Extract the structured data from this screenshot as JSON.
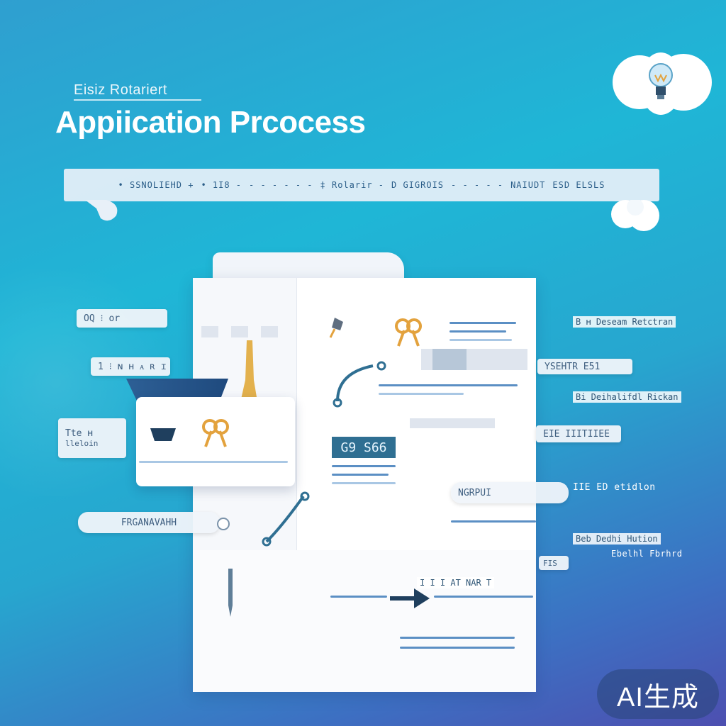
{
  "header": {
    "subtitle": "Eisiz Rotariert",
    "title": "Appiication Prcocess"
  },
  "timeline": {
    "items": [
      "• SSNOLIEHD +",
      "• 1I8 -",
      "- - - - - -",
      "‡ Rolarir -",
      "D GIGROIS",
      "- - - - -",
      "NAIUDT",
      "ESD ELSLS"
    ]
  },
  "left_tags": {
    "tag_1": "OQ ⁝ or",
    "tag_2": "1 ⁝ ɴ ʜ ᴀ  ʀ ɪ",
    "tag_3_line1": "Tte  ʜ",
    "tag_3_line2": "lleloin",
    "tag_4": "FRGANAVAHH"
  },
  "right_tags": {
    "label_1": "B ʜ Deseam Retctran",
    "tag_2": "YSEHTR  E51",
    "label_3": "Bi Deihalifdl Rickan",
    "tag_4": "EIE IIITIIEE",
    "tag_5": "NGRPUI",
    "label_6": "IIE ED etidlon",
    "label_7": "Beb Dedhi Hution",
    "label_8": "Ebelhl Fbrhrd",
    "tag_9": "FIS"
  },
  "doc": {
    "code": "G9 S66",
    "bottom_label": "I I I AT NAR T"
  },
  "badge": {
    "ai": "AI生成"
  },
  "colors": {
    "bg_top": "#1fb6d6",
    "bg_bottom": "#4d4fb0",
    "accent_blue": "#2f6f92",
    "accent_orange": "#e3a23d"
  },
  "icons": [
    "lightbulb-icon",
    "ribbon-icon",
    "pushpin-icon",
    "arrow-icon"
  ]
}
